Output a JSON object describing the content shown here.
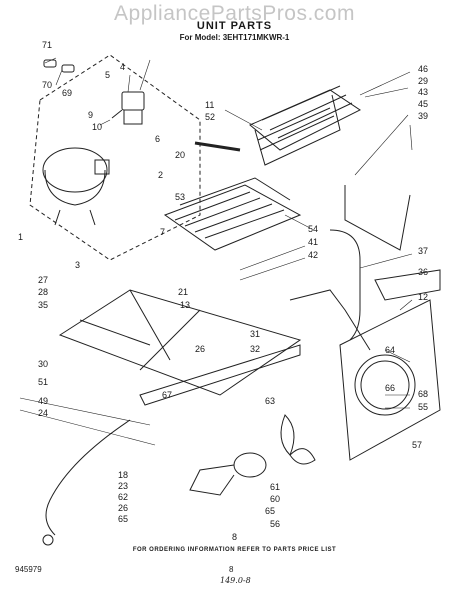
{
  "watermark": "AppliancePartsPros.com",
  "title": "UNIT PARTS",
  "model_line": "For Model: 3EHT171MKWR-1",
  "footer": {
    "ordering_note": "FOR ORDERING INFORMATION REFER TO PARTS PRICE LIST",
    "ref_number": "945979",
    "page_number": "8",
    "handwritten_note": "149.0-8"
  },
  "callouts": [
    "71",
    "70",
    "69",
    "5",
    "4",
    "9",
    "10",
    "6",
    "1",
    "3",
    "7",
    "2",
    "53",
    "11",
    "52",
    "20",
    "46",
    "29",
    "43",
    "45",
    "39",
    "54",
    "41",
    "42",
    "21",
    "13",
    "31",
    "27",
    "28",
    "35",
    "30",
    "51",
    "26",
    "32",
    "12",
    "36",
    "37",
    "64",
    "66",
    "67",
    "49",
    "24",
    "68",
    "55",
    "63",
    "57",
    "61",
    "60",
    "65",
    "56",
    "18",
    "23",
    "62",
    "26",
    "65",
    "8"
  ]
}
